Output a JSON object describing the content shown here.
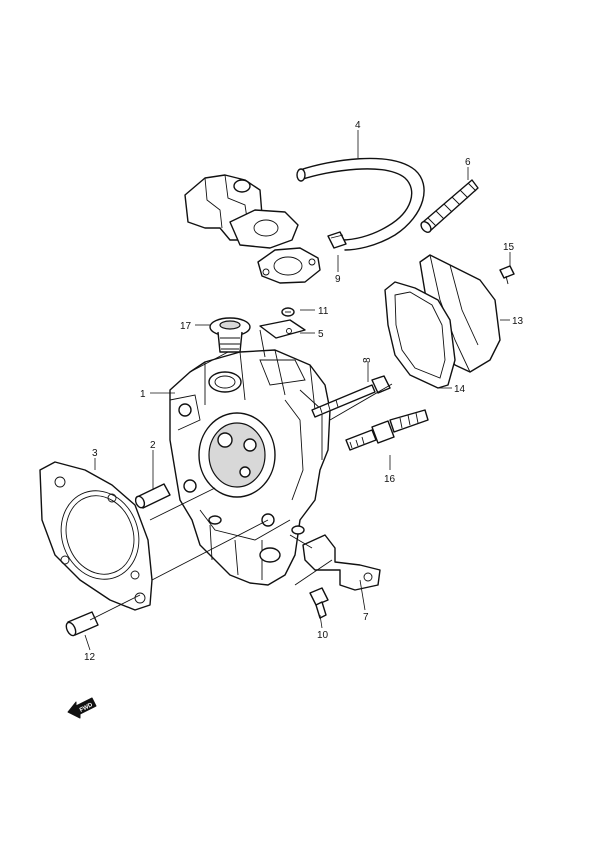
{
  "callouts": {
    "c1": "1",
    "c2": "2",
    "c3": "3",
    "c4": "4",
    "c5": "5",
    "c6": "6",
    "c7": "7",
    "c8": "8",
    "c9": "9",
    "c10": "10",
    "c11": "11",
    "c12": "12",
    "c13": "13",
    "c14": "14",
    "c15": "15",
    "c16": "16",
    "c17": "17"
  },
  "direction_marker": {
    "label": "FWD",
    "icon": "forward-arrow-icon"
  }
}
